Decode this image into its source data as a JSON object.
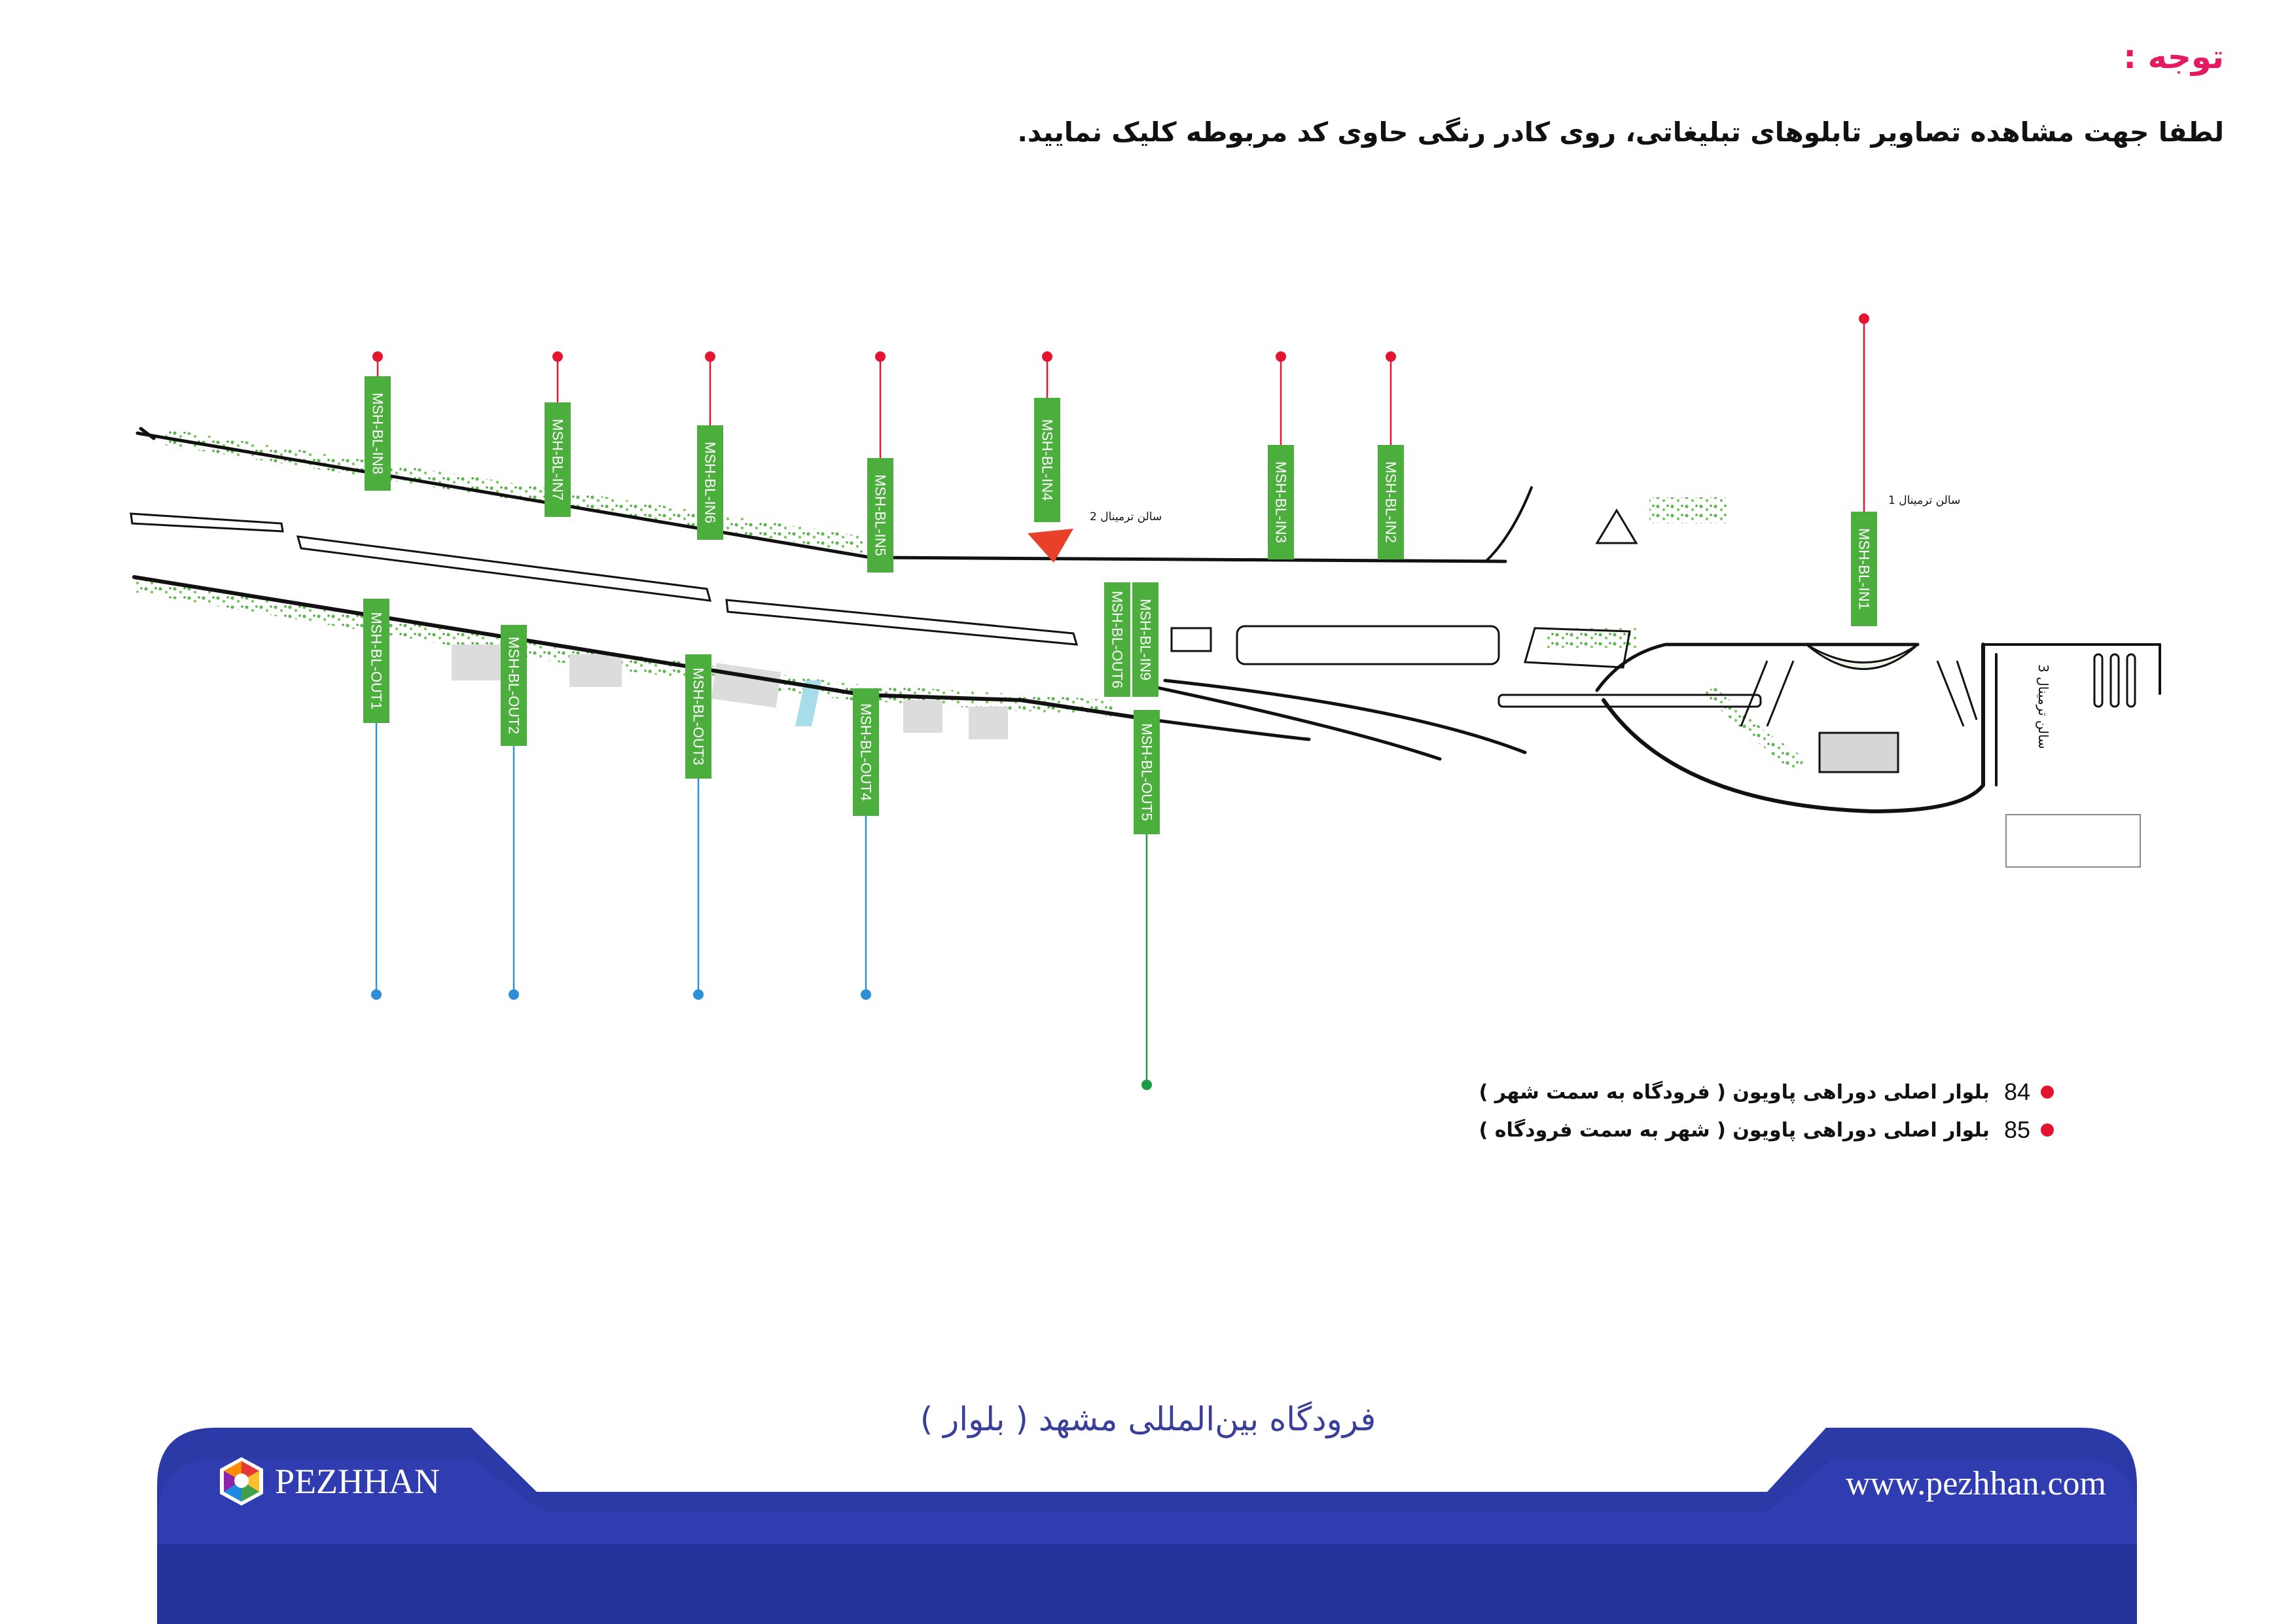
{
  "notice": {
    "title": "توجه :",
    "text": "لطفا جهت مشاهده تصاویر تابلوهای تبلیغاتی، روی کادر رنگی حاوی کد مربوطه کلیک نمایید."
  },
  "map": {
    "terminal_labels": [
      "سالن ترمینال 1",
      "سالن ترمینال 2",
      "سالن ترمینال 3"
    ],
    "billboards_in": [
      "MSH-BL-IN1",
      "MSH-BL-IN2",
      "MSH-BL-IN3",
      "MSH-BL-IN4",
      "MSH-BL-IN5",
      "MSH-BL-IN6",
      "MSH-BL-IN7",
      "MSH-BL-IN8",
      "MSH-BL-IN9"
    ],
    "billboards_out": [
      "MSH-BL-OUT1",
      "MSH-BL-OUT2",
      "MSH-BL-OUT3",
      "MSH-BL-OUT4",
      "MSH-BL-OUT5",
      "MSH-BL-OUT6"
    ]
  },
  "legend": [
    {
      "number": "84",
      "text": "بلوار اصلی دوراهی پاویون ( فرودگاه به سمت شهر )"
    },
    {
      "number": "85",
      "text": "بلوار اصلی دوراهی پاویون ( شهر به سمت فرودگاه )"
    }
  ],
  "map_title": "فرودگاه بین‌المللی مشهد ( بلوار )",
  "footer": {
    "brand": "PEZHHAN",
    "website": "www.pezhhan.com"
  },
  "colors": {
    "accent_pink": "#e5195f",
    "billboard_green": "#4caf3d",
    "pin_red": "#e3152f",
    "pin_blue": "#2d8fd6",
    "pin_green": "#1c9a45",
    "footer_blue": "#2c3aa8"
  }
}
